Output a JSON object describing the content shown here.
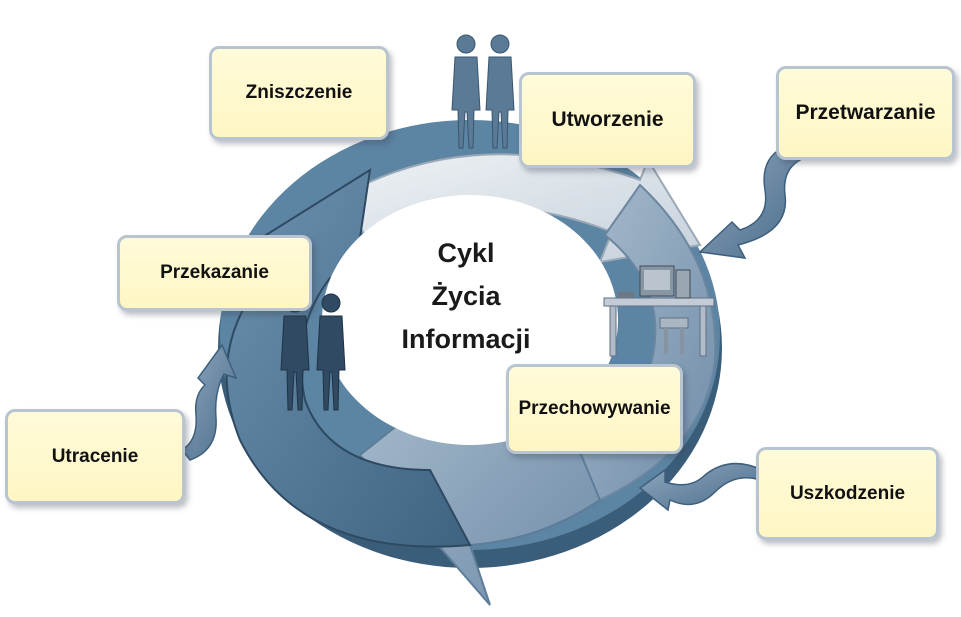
{
  "center": {
    "line1": "Cykl",
    "line2": "Życia",
    "line3": "Informacji"
  },
  "stages": {
    "zniszczenie": "Zniszczenie",
    "utworzenie": "Utworzenie",
    "przetwarzanie": "Przetwarzanie",
    "przekazanie": "Przekazanie",
    "przechowywanie": "Przechowywanie",
    "utracenie": "Utracenie",
    "uszkodzenie": "Uszkodzenie"
  },
  "icons": [
    "people-icon",
    "people-icon",
    "computer-workstation-icon"
  ],
  "colors": {
    "box_fill": "#fff6c4",
    "box_border": "#b8c4cf",
    "arrow_dark": "#4f7795",
    "arrow_mid": "#7f9ab4",
    "arrow_light": "#d5dde5",
    "figure": "#35526c"
  }
}
